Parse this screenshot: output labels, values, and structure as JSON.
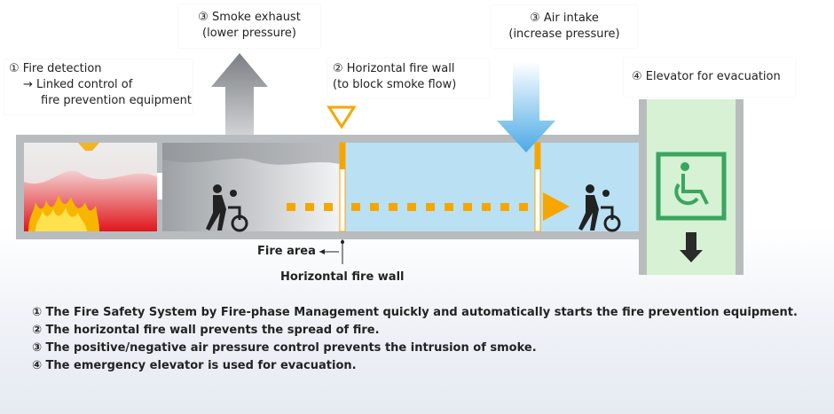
{
  "labels": {
    "fire_detection": [
      "① Fire detection",
      "→ Linked control of",
      "fire prevention equipment"
    ],
    "smoke_exhaust": [
      "③ Smoke exhaust",
      "(lower pressure)"
    ],
    "horizontal_wall": [
      "② Horizontal fire wall",
      "(to block smoke flow)"
    ],
    "air_intake": [
      "③ Air intake",
      "(increase pressure)"
    ],
    "elevator": "④ Elevator for evacuation",
    "fire_area": "Fire area",
    "fire_wall": "Horizontal fire wall"
  },
  "legend": [
    "①  The Fire Safety System by Fire-phase Management quickly and automatically starts the fire prevention equipment.",
    "②  The horizontal fire wall prevents the spread of fire.",
    "③  The positive/negative air pressure control prevents the intrusion of smoke.",
    "④  The emergency elevator is used for evacuation."
  ],
  "colors": {
    "wall": "#b9bcbf",
    "fire_zone": "#e3262a",
    "clean_zone": "#b9e1f3",
    "elevator_zone": "#d6f1d3",
    "arrow_orange": "#f7a600",
    "arrow_blue": "#5fb6e8",
    "green_sign": "#3aa55f"
  },
  "icons": [
    "smoke-detector-icon",
    "fire-icon",
    "wheelchair-evacuation-icon",
    "wheelchair-accessible-icon",
    "down-arrow-icon",
    "triangle-marker-icon"
  ]
}
